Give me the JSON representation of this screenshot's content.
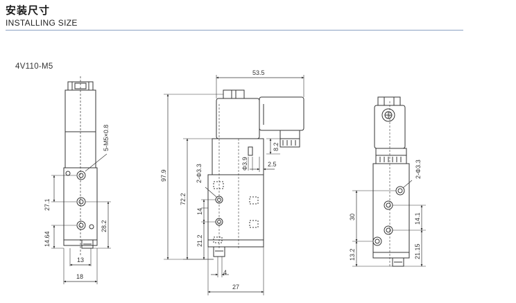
{
  "header": {
    "title_cn": "安装尺寸",
    "title_en": "INSTALLING SIZE"
  },
  "model": "4V110-M5",
  "dims": {
    "port_label": "5-M5×0.8",
    "d27_1": "27.1",
    "d14_64": "14.64",
    "d28_2": "28.2",
    "d13": "13",
    "d18": "18",
    "d53_5": "53.5",
    "d97_9": "97.9",
    "d72_2": "72.2",
    "hole_mid": "2-Φ3.3",
    "d14": "14",
    "d21_2": "21.2",
    "d4": "4",
    "d27": "27",
    "d8_2": "8.2",
    "d3_9": "Φ3.9",
    "d2_5": "2.5",
    "hole_right": "2-Φ3.3",
    "d30": "30",
    "d14_1": "14.1",
    "d13_2": "13.2",
    "d21_15": "21.15"
  },
  "colors": {
    "line": "#333333",
    "rule": "#8aa0c2"
  }
}
